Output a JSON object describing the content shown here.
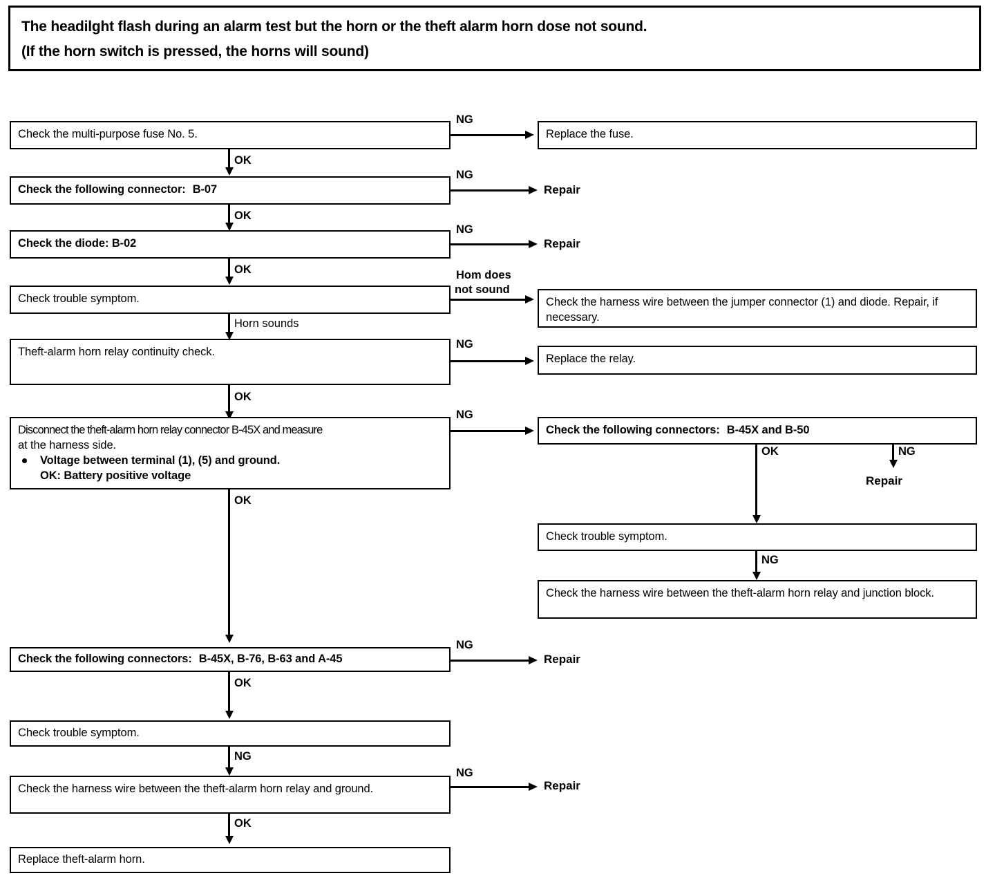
{
  "header": {
    "line1": "The headilght flash during an alarm test but the horn or the theft alarm horn dose not sound.",
    "line2": "(If the horn switch is pressed, the horns will sound)"
  },
  "nodes": {
    "fuse": "Check the multi-purpose fuse No. 5.",
    "replace_fuse": "Replace the fuse.",
    "connector_b07": "Check the following connector:",
    "connector_b07_value": "B-07",
    "diode_b02": "Check the diode: B-02",
    "trouble_symptom_1": "Check trouble symptom.",
    "harness_jumper": "Check the harness wire between the jumper connector (1) and diode. Repair, if necessary.",
    "relay_continuity": "Theft-alarm horn relay continuity check.",
    "replace_relay": "Replace the relay.",
    "disconnect_line1": "Disconnect the theft-alarm horn relay connector B-45X and measure",
    "disconnect_line2": "at the harness side.",
    "disconnect_bullet": "Voltage between terminal (1), (5) and ground.",
    "disconnect_ok": "OK: Battery positive voltage",
    "connectors_b45x_b50": "Check the following connectors:",
    "connectors_b45x_b50_value": "B-45X and B-50",
    "trouble_symptom_2": "Check trouble symptom.",
    "harness_junction": "Check the harness wire between the theft-alarm horn relay and junction block.",
    "connectors_four": "Check the following connectors:",
    "connectors_four_value": "B-45X, B-76, B-63 and A-45",
    "trouble_symptom_3": "Check trouble symptom.",
    "harness_ground": "Check the harness wire between the theft-alarm horn relay and ground.",
    "replace_horn": "Replace theft-alarm horn."
  },
  "edges": {
    "ng": "NG",
    "ok": "OK",
    "horn_does_not_sound_l1": "Hom does",
    "horn_does_not_sound_l2": "not sound",
    "horn_sounds": "Horn sounds"
  },
  "terminals": {
    "repair": "Repair"
  }
}
